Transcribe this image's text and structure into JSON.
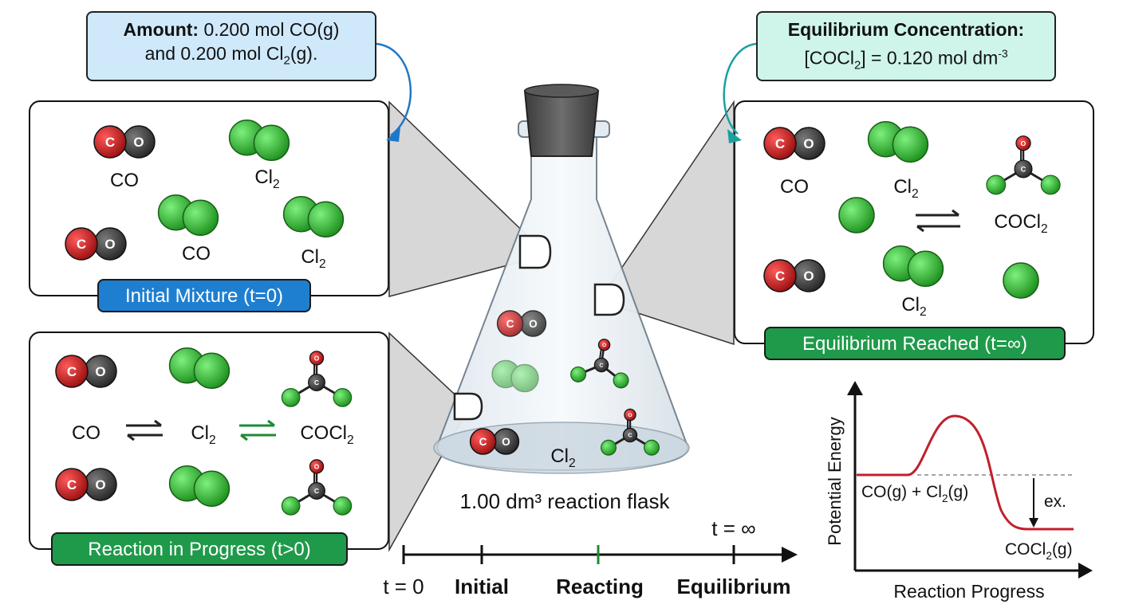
{
  "callouts": {
    "amount": {
      "title": "Amount:",
      "line1_rest": " 0.200 mol CO(g)",
      "line2": "and 0.200 mol Cl",
      "line2_sub": "2",
      "line2_end": "(g)."
    },
    "equilibrium": {
      "title": "Equilibrium Concentration:",
      "line2": "[COCl",
      "line2_sub": "2",
      "line2_mid": "] = 0.120 mol dm",
      "line2_sup": "-3"
    }
  },
  "panels": {
    "initial": {
      "label": "Initial Mixture (t=0)",
      "labels": [
        "CO",
        "Cl",
        "CO",
        "Cl"
      ]
    },
    "progress": {
      "label": "Reaction in Progress (t>0)",
      "row_labels": [
        "CO",
        "Cl",
        "COCl"
      ]
    },
    "equilibrium": {
      "label": "Equilibrium Reached (t=∞)",
      "labels": [
        "CO",
        "Cl",
        "COCl",
        "Cl"
      ]
    }
  },
  "atoms": {
    "carbon": "C",
    "oxygen": "O"
  },
  "flask": {
    "caption": "1.00 dm³ reaction flask",
    "cl2_label": "Cl"
  },
  "subscript": "2",
  "timeline": {
    "t0": "t = 0",
    "initial": "Initial",
    "reacting": "Reacting",
    "equilibrium": "Equilibrium",
    "t_inf": "t = ∞"
  },
  "energy": {
    "ylabel": "Potential Energy",
    "xlabel": "Reaction Progress",
    "reactants": "CO(g) + Cl",
    "reactants_end": "(g)",
    "products": "COCl",
    "products_end": "(g)",
    "delta": "ex."
  },
  "colors": {
    "carbon": "#3a3a3a",
    "oxygen": "#c41e1e",
    "chlorine": "#2fb52f",
    "blue_pill": "#1e7fd0",
    "green_pill": "#1f9a4a",
    "curve": "#c0202c"
  }
}
